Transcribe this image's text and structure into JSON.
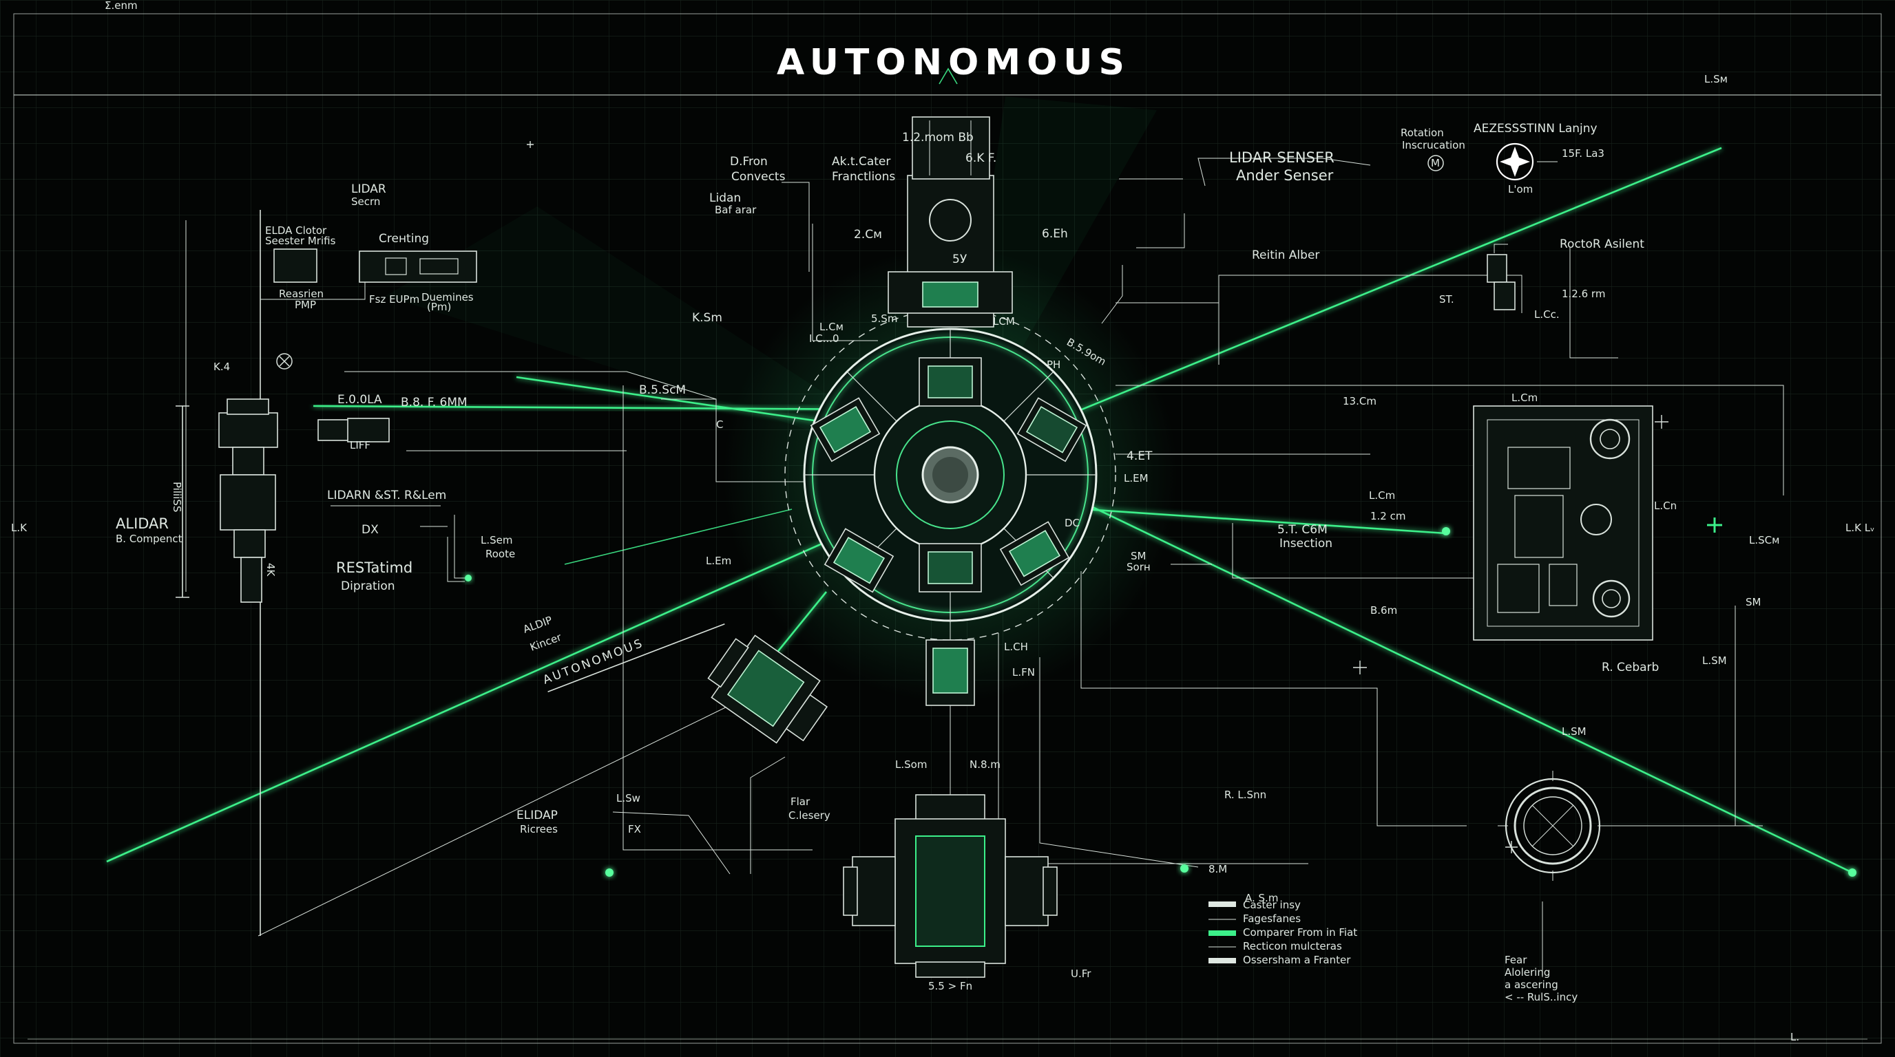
{
  "title": "AUTONOMOUS",
  "banner": "AUTONOMOUS",
  "corners": {
    "top_left": "Σ.enm",
    "top_right": "L.Sм",
    "left_edge": "L.K",
    "right_edge": "L.K Lᵥ",
    "bottom_right": "L."
  },
  "top_labels": [
    "D.Fron",
    "Convects",
    "Lidan",
    "Baf arar",
    "Ak.t.Cater",
    "Franctlions",
    "1.2.mom Bb",
    "6.K F.",
    "2.Cм",
    "5У",
    "6.Eh",
    "LIDAR SENSER",
    "Ander Senser",
    "Rotation",
    "Inscrucation",
    "AEZESSSTINN Lanjny",
    "15F. La3",
    "L'om"
  ],
  "left_labels": [
    "LIDAR",
    "Secrn",
    "ELDA Clotor",
    "Seester Mrifis",
    "Creнting",
    "Reasrien",
    "PMP",
    "Fsz EUPm",
    "Duemines",
    "(Pm)",
    "K.4",
    "E.0.0LA",
    "B.8. F. 6MM",
    "LIFF",
    "ALIDAR",
    "B. Compenct",
    "PiliiSS",
    "LIDARN &ST. R&Lem",
    "DX",
    "L.Sem",
    "Roote",
    "RESTatimd",
    "Dipration",
    "4K"
  ],
  "center_labels": [
    "K.Sm",
    "L.Cм",
    "I.C...0",
    "5.Sm",
    "LCM",
    "B.5.9om",
    "PH",
    "B.5.ScM",
    "C",
    "4.ET",
    "L.EM",
    "DC",
    "SM",
    "Sorн",
    "L.Em",
    "L.CH",
    "L.FN",
    "L.Som",
    "N.8.m",
    "5.5 > Fn",
    "U.Fr",
    "Flar",
    "C.lesery",
    "ALDIP",
    "Kincer",
    "ELIDAP",
    "Ricrees",
    "L.Sw",
    "FX"
  ],
  "right_labels": [
    "Reitin Alber",
    "ST.",
    "RoctoR Asilent",
    "1.2.6 rm",
    "L.Cc.",
    "13.Cm",
    "L.Cm",
    "L.Cm",
    "1.2 сm",
    "5.T. C6M",
    "Insection",
    "L.Cn",
    "L.SCм",
    "SM",
    "B.6m",
    "R. Cebarb",
    "L.SM",
    "L.SM",
    "R. L.Snn",
    "8.M",
    "A. S.m",
    "Fear",
    "Alolering",
    "a ascering",
    "< -- RulS..incy"
  ],
  "legend": [
    {
      "label": "Caster insy",
      "style": "white"
    },
    {
      "label": "Fagesfanes",
      "style": "thin"
    },
    {
      "label": "Comparer From in Fiat",
      "style": "green"
    },
    {
      "label": "Recticon mulcteras",
      "style": "thin"
    },
    {
      "label": "Ossersham a Franter",
      "style": "white"
    }
  ],
  "colors": {
    "background": "#030504",
    "grid": "#1b2620",
    "laser": "#3cf08a",
    "ink": "#dfe8e2"
  },
  "icons": [
    "motor-symbol-icon",
    "crosshair-icon",
    "lens-icon"
  ]
}
